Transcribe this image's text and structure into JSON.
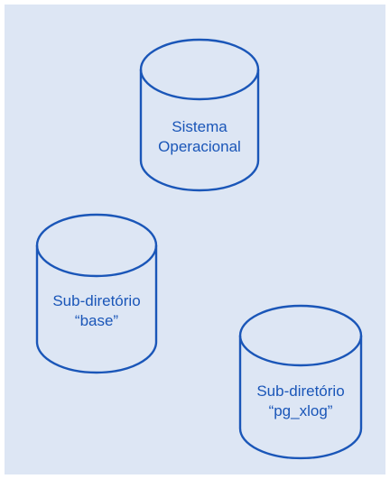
{
  "cylinders": [
    {
      "lines": [
        "Sistema",
        "Operacional"
      ]
    },
    {
      "lines": [
        "Sub-diretório",
        "“base”"
      ]
    },
    {
      "lines": [
        "Sub-diretório",
        "“pg_xlog”"
      ]
    }
  ],
  "colors": {
    "background": "#dde6f4",
    "stroke": "#1a56b8",
    "text": "#1a56b8"
  }
}
